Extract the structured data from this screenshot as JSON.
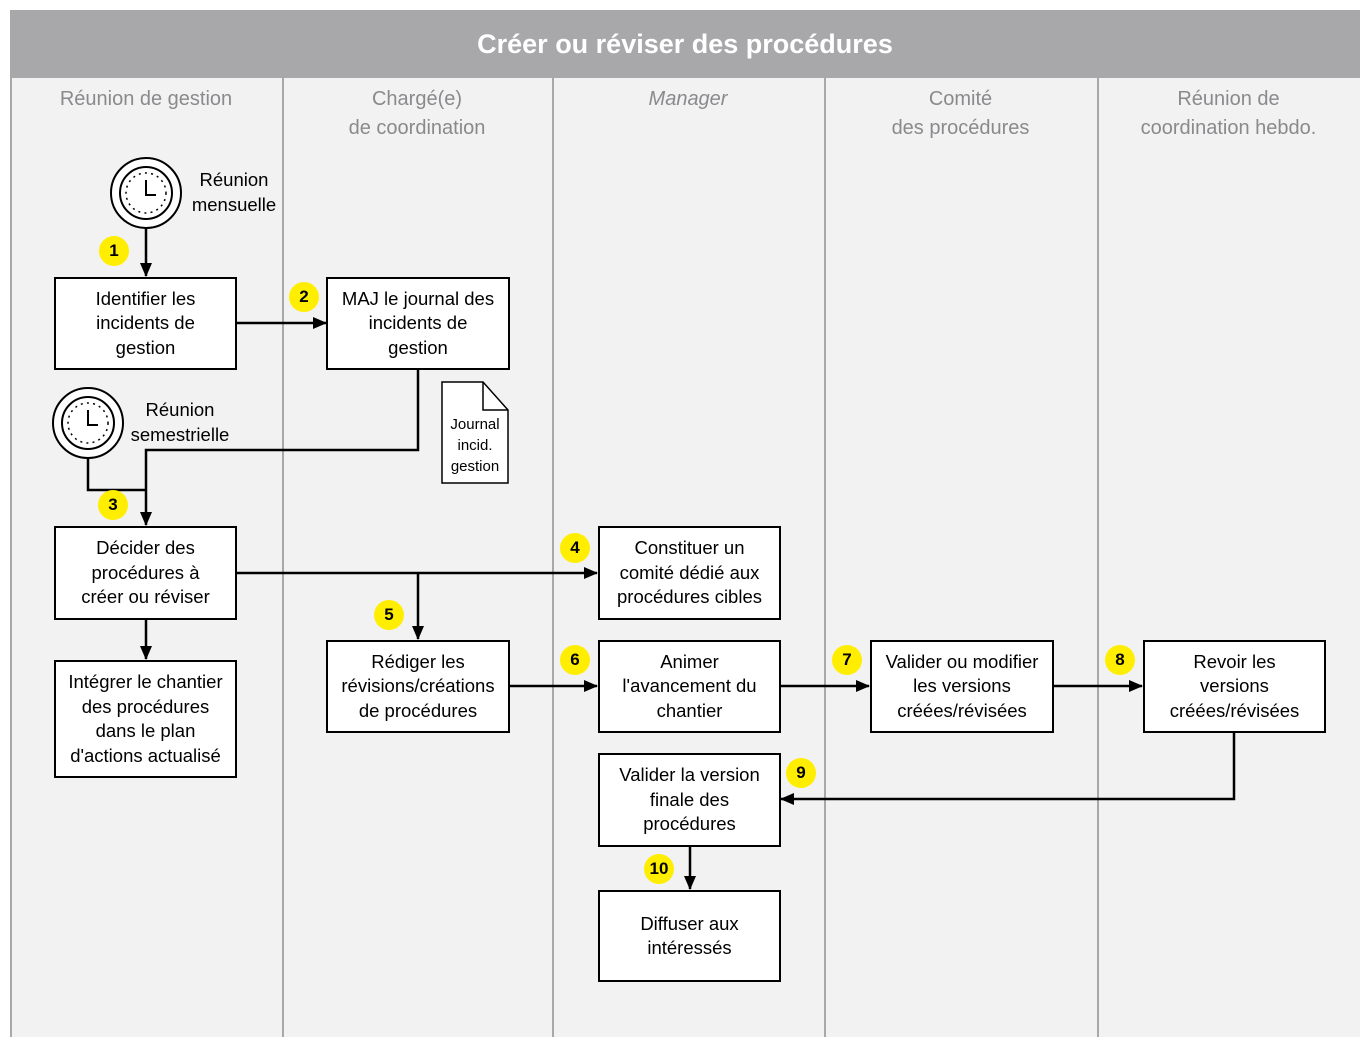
{
  "title": "Créer ou réviser des procédures",
  "colors": {
    "header": "#a8a8ab",
    "lane_bg": "#f2f2f2",
    "badge": "#ffee00"
  },
  "lanes": [
    {
      "label": "Réunion de gestion"
    },
    {
      "label": "Chargé(e)\nde coordination"
    },
    {
      "label": "Manager"
    },
    {
      "label": "Comité\ndes procédures"
    },
    {
      "label": "Réunion de\ncoordination hebdo."
    }
  ],
  "triggers": {
    "monthly": {
      "label": "Réunion\nmensuelle",
      "icon": "clock-icon"
    },
    "biannual": {
      "label": "Réunion\nsemestrielle",
      "icon": "clock-icon"
    }
  },
  "steps": {
    "identify": {
      "number": "1",
      "text": "Identifier les\nincidents de\ngestion"
    },
    "update_log": {
      "number": "2",
      "text": "MAJ le journal des\nincidents de\ngestion"
    },
    "decide": {
      "number": "3",
      "text": "Décider des\nprocédures à\ncréer ou réviser"
    },
    "committee": {
      "number": "4",
      "text": "Constituer un\ncomité dédié aux\nprocédures cibles"
    },
    "draft": {
      "number": "5",
      "text": "Rédiger les\nrévisions/créations\nde procédures"
    },
    "animate": {
      "number": "6",
      "text": "Animer\nl'avancement du\nchantier"
    },
    "validate_modify": {
      "number": "7",
      "text": "Valider ou modifier\nles versions\ncréées/révisées"
    },
    "review": {
      "number": "8",
      "text": "Revoir les\nversions\ncréées/révisées"
    },
    "validate_final": {
      "number": "9",
      "text": "Valider la version\nfinale des\nprocédures"
    },
    "distribute": {
      "number": "10",
      "text": "Diffuser aux\nintéressés"
    },
    "integrate": {
      "text": "Intégrer le chantier\ndes procédures\ndans le plan\nd'actions actualisé"
    }
  },
  "document": {
    "label": "Journal\nincid.\ngestion",
    "icon": "document-icon"
  }
}
